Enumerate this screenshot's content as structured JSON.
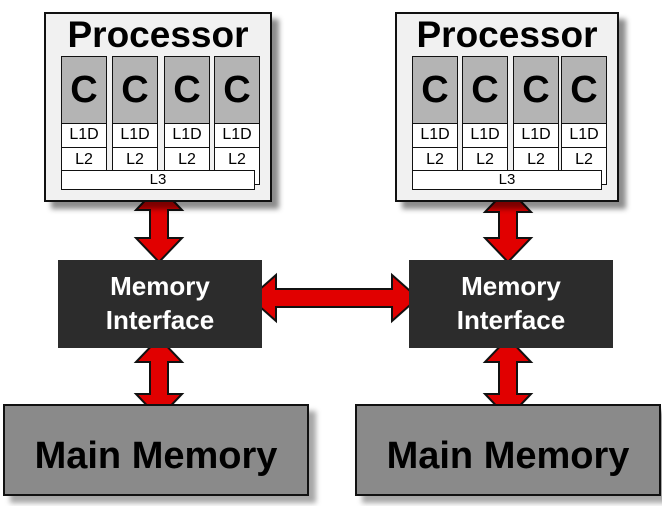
{
  "colors": {
    "arrow": "#e10000",
    "arrow_outline": "#111111",
    "interface_fill": "#2c2c2c",
    "memory_fill": "#8a8a8a",
    "core_fill": "#b4b4b4"
  },
  "processors": [
    {
      "title": "Processor",
      "cores": [
        {
          "label": "C",
          "l1": "L1D",
          "l2": "L2"
        },
        {
          "label": "C",
          "l1": "L1D",
          "l2": "L2"
        },
        {
          "label": "C",
          "l1": "L1D",
          "l2": "L2"
        },
        {
          "label": "C",
          "l1": "L1D",
          "l2": "L2"
        }
      ],
      "l3": "L3"
    },
    {
      "title": "Processor",
      "cores": [
        {
          "label": "C",
          "l1": "L1D",
          "l2": "L2"
        },
        {
          "label": "C",
          "l1": "L1D",
          "l2": "L2"
        },
        {
          "label": "C",
          "l1": "L1D",
          "l2": "L2"
        },
        {
          "label": "C",
          "l1": "L1D",
          "l2": "L2"
        }
      ],
      "l3": "L3"
    }
  ],
  "interfaces": [
    {
      "line1": "Memory",
      "line2": "Interface"
    },
    {
      "line1": "Memory",
      "line2": "Interface"
    }
  ],
  "memories": [
    {
      "label": "Main Memory"
    },
    {
      "label": "Main Memory"
    }
  ]
}
